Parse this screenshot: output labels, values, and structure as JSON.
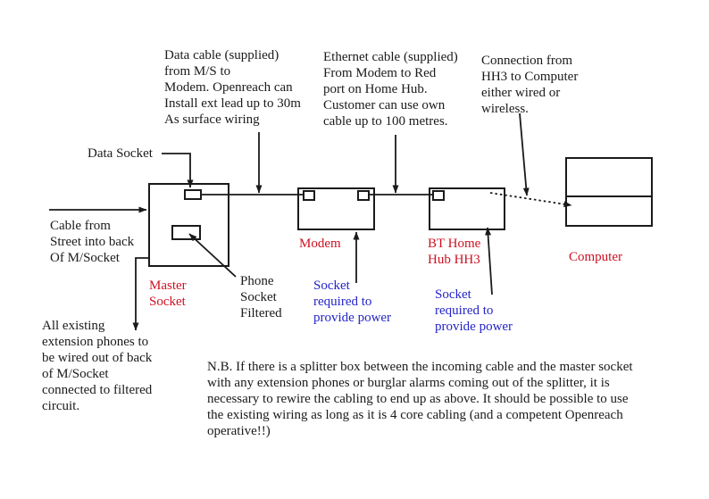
{
  "title": "Openreach broadband wiring diagram",
  "colors": {
    "device_label_red": "#cc1122",
    "power_note_blue": "#2424c8",
    "line_black": "#1a1a1a",
    "background": "#ffffff"
  },
  "annotations": {
    "data_cable_note": "Data cable (supplied)\nfrom M/S to\nModem. Openreach can\nInstall ext lead up to 30m\nAs surface wiring",
    "ethernet_cable_note": "Ethernet cable (supplied)\nFrom Modem to Red\nport on Home Hub.\nCustomer can use own\ncable up to 100 metres.",
    "connection_note": "Connection from\nHH3 to Computer\neither wired or\nwireless.",
    "data_socket_label": "Data Socket",
    "street_cable_note": "Cable from\nStreet into back\nOf M/Socket",
    "phone_socket_label": "Phone\nSocket\nFiltered",
    "extension_phones_note": "All existing\nextension phones to\nbe wired out of back\nof M/Socket\nconnected to filtered\ncircuit.",
    "nb_note": "N.B. If there is a splitter box between the incoming cable and the master socket\nwith any extension phones or burglar alarms coming out of the splitter, it is\nnecessary to rewire the cabling to end up as above. It should be possible to use\nthe existing wiring as long as it is 4 core cabling (and a competent Openreach\noperative!!)"
  },
  "devices": {
    "master_socket_label": "Master\nSocket",
    "modem_label": "Modem",
    "home_hub_label": "BT Home\nHub HH3",
    "computer_label": "Computer"
  },
  "power_notes": {
    "modem_power": "Socket\nrequired to\nprovide power",
    "hub_power": "Socket\nrequired to\nprovide power"
  }
}
